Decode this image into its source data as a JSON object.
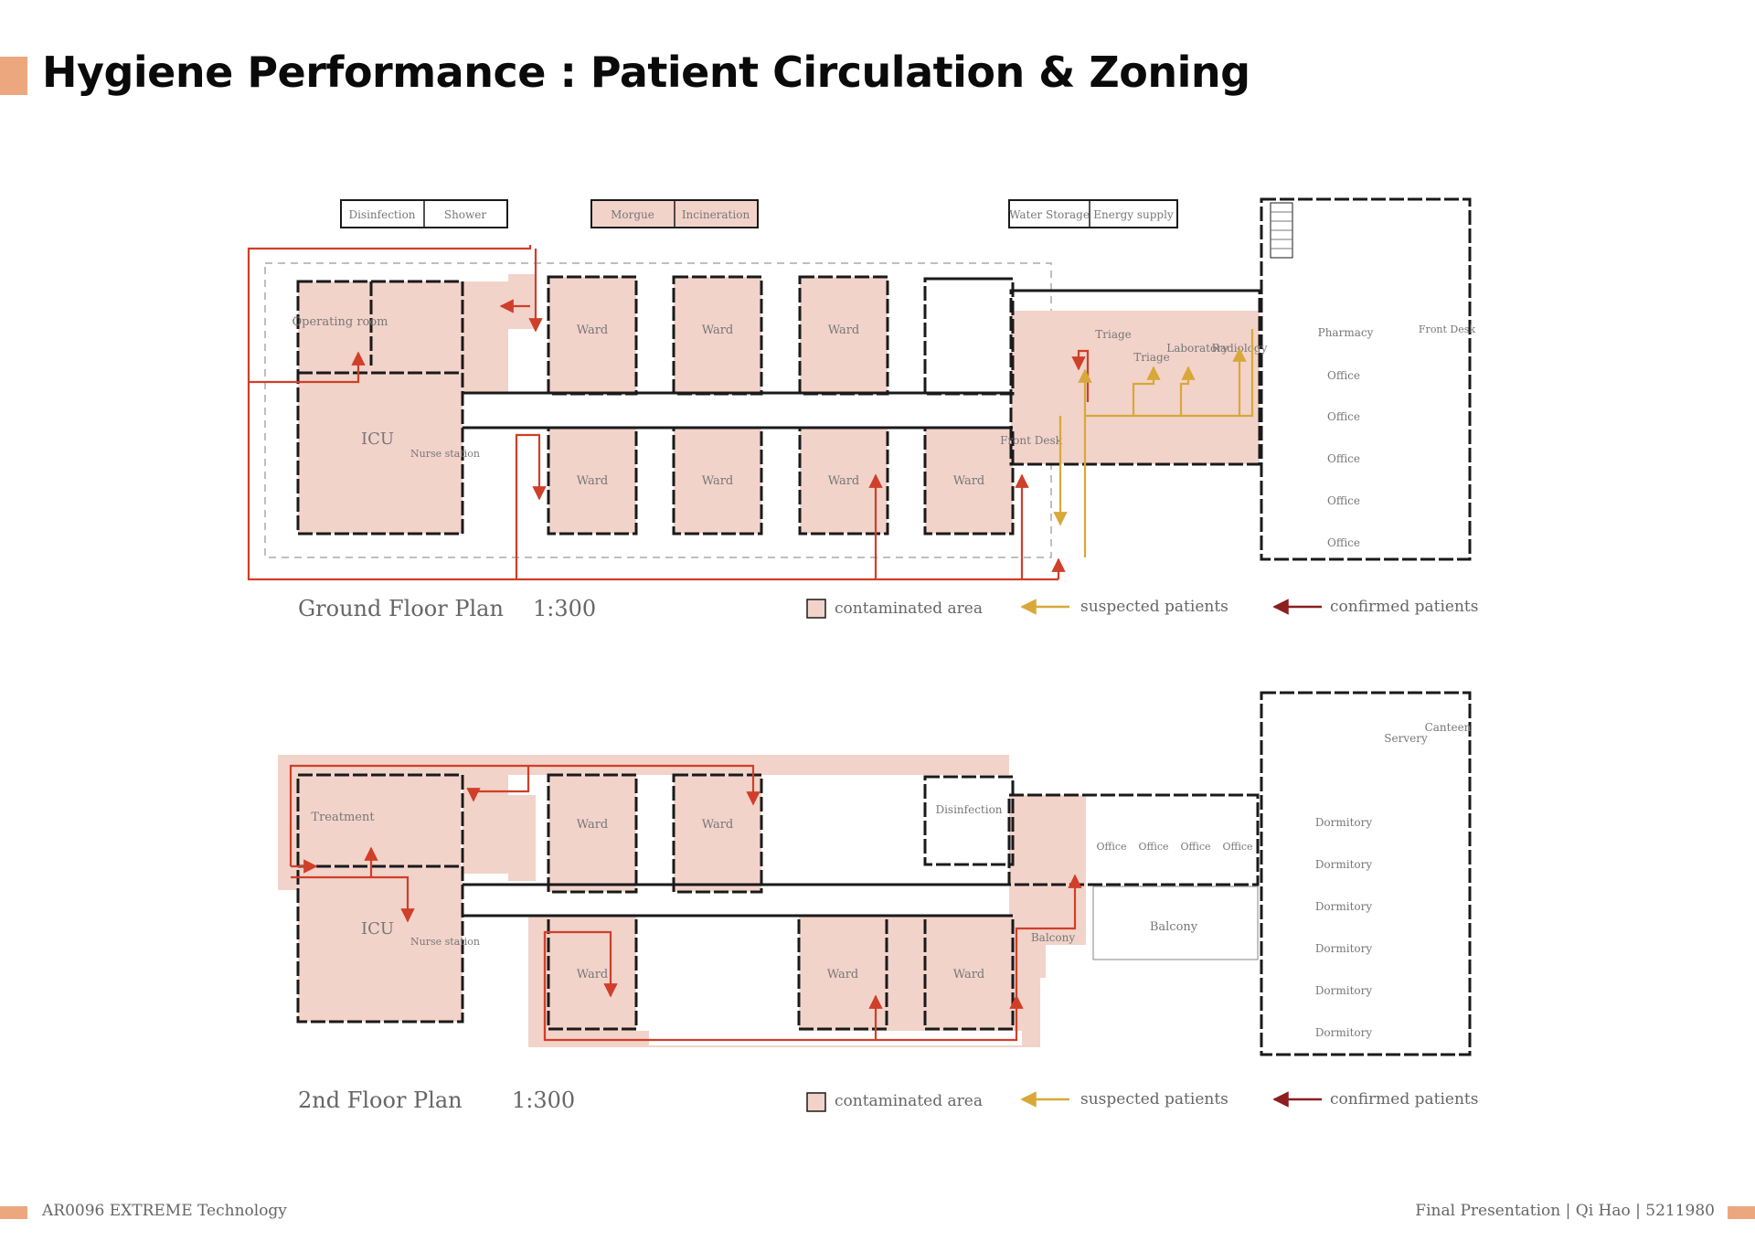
{
  "title": "Hygiene Performance : Patient Circulation & Zoning",
  "colors": {
    "contaminated": "#f2d3ca",
    "confirmed_route": "#cf3f29",
    "suspected_route": "#d8a838",
    "confirmed_legend": "#8b1e1e",
    "accent": "#eda77f",
    "wall": "#1a1a1a"
  },
  "ground_floor": {
    "title": "Ground Floor Plan",
    "scale": "1:300",
    "service_boxes": [
      {
        "labels": [
          "Disinfection",
          "Shower"
        ],
        "contaminated": false
      },
      {
        "labels": [
          "Morgue",
          "Incineration"
        ],
        "contaminated": true
      },
      {
        "labels": [
          "Water Storage",
          "Energy supply"
        ],
        "contaminated": false
      }
    ],
    "rooms": {
      "operating": "Operating room",
      "icu": "ICU",
      "nurse": "Nurse station",
      "ward": "Ward",
      "triage": "Triage",
      "laboratory": "Laboratory",
      "radiology": "Radiology",
      "front_desk": "Front Desk",
      "pharmacy": "Pharmacy",
      "front_desk_right": "Front Desk",
      "office": "Office"
    }
  },
  "second_floor": {
    "title": "2nd Floor Plan",
    "scale": "1:300",
    "rooms": {
      "treatment": "Treatment",
      "icu": "ICU",
      "nurse": "Nurse station",
      "ward": "Ward",
      "disinfection": "Disinfection",
      "balcony": "Balcony",
      "balcony_left": "Balcony",
      "office": "Office",
      "servery": "Servery",
      "canteen": "Canteen",
      "dormitory": "Dormitory"
    }
  },
  "legend": {
    "contaminated": "contaminated area",
    "suspected": "suspected patients",
    "confirmed": "confirmed patients"
  },
  "footer": {
    "left": "AR0096 EXTREME Technology",
    "right": "Final Presentation | Qi  Hao | 5211980"
  }
}
